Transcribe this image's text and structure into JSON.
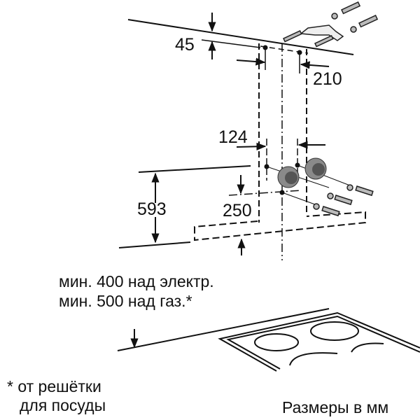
{
  "dimensions": {
    "top_offset": "45",
    "top_hole_spacing": "210",
    "lower_hole_spacing": "124",
    "hood_height": "593",
    "lower_hole_drop": "250"
  },
  "notes": {
    "min_electric": "мин. 400 над электр.",
    "min_gas": "мин. 500 над газ.*",
    "footnote_line1": "* от решётки",
    "footnote_line2": "для посуды",
    "units": "Размеры в мм"
  },
  "colors": {
    "line": "#111111",
    "fan": "#7a7a7a"
  }
}
